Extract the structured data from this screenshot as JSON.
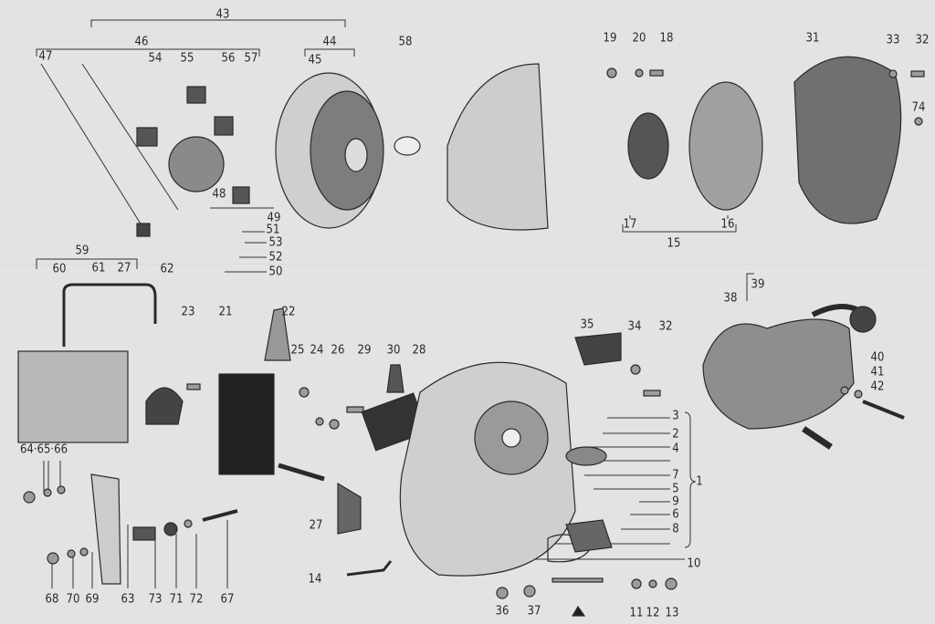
{
  "title": "Exploded parts diagram - engine, flywheel magneto, ignition and silencer",
  "labels": {
    "l43": "43",
    "l46": "46",
    "l44": "44",
    "l58": "58",
    "l47": "47",
    "l54": "54",
    "l55": "55",
    "l56": "56",
    "l57": "57",
    "l45": "45",
    "l19": "19",
    "l20": "20",
    "l18": "18",
    "l31": "31",
    "l33": "33",
    "l32a": "32",
    "l74": "74",
    "l48": "48",
    "l49": "49",
    "l51": "51",
    "l53": "53",
    "l52": "52",
    "l50": "50",
    "l17": "17",
    "l16": "16",
    "l15": "15",
    "l59": "59",
    "l60": "60",
    "l61": "61",
    "l27a": "27",
    "l62": "62",
    "l39": "39",
    "l38": "38",
    "l23": "23",
    "l21": "21",
    "l22": "22",
    "l35": "35",
    "l34": "34",
    "l32b": "32",
    "l25": "25",
    "l24": "24",
    "l26": "26",
    "l29": "29",
    "l30": "30",
    "l28": "28",
    "l40": "40",
    "l41": "41",
    "l42": "42",
    "l3": "3",
    "l2": "2",
    "l4": "4",
    "l7": "7",
    "l5": "5",
    "l9": "9",
    "l6": "6",
    "l8": "8",
    "l1": "1",
    "l10": "10",
    "l646566": "64·65·66",
    "l27b": "27",
    "l14": "14",
    "l36": "36",
    "l37": "37",
    "l11": "11",
    "l12": "12",
    "l13": "13",
    "l68": "68",
    "l70": "70",
    "l69": "69",
    "l63": "63",
    "l73": "73",
    "l71": "71",
    "l72": "72",
    "l67": "67"
  }
}
